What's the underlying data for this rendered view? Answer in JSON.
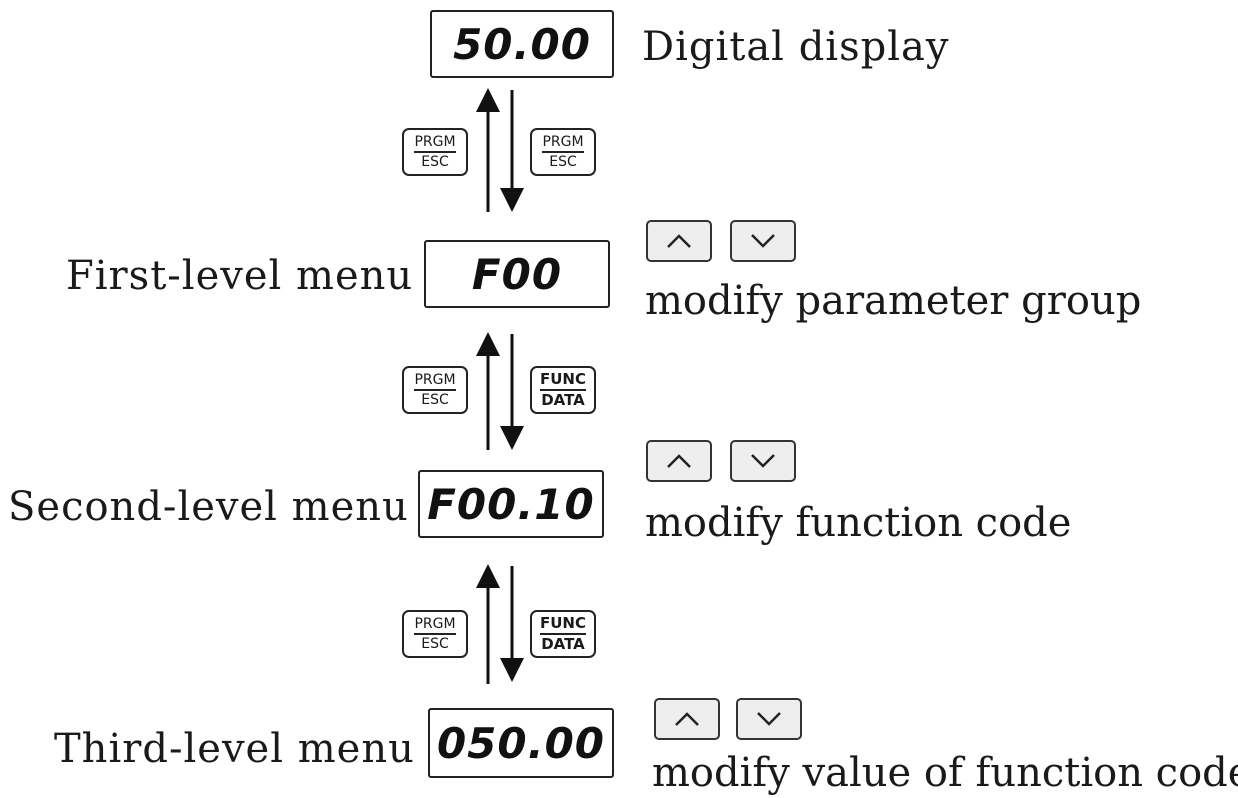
{
  "levels": [
    {
      "display": "50.00",
      "label": "Digital display",
      "hint": ""
    },
    {
      "display": "F00",
      "label": "First-level menu",
      "hint": "modify parameter group"
    },
    {
      "display": "F00.10",
      "label": "Second-level menu",
      "hint": "modify function code"
    },
    {
      "display": "050.00",
      "label": "Third-level menu",
      "hint": "modify value of function code"
    }
  ],
  "transitions": [
    {
      "up_key": [
        "PRGM",
        "ESC"
      ],
      "down_key": [
        "PRGM",
        "ESC"
      ]
    },
    {
      "up_key": [
        "PRGM",
        "ESC"
      ],
      "down_key": [
        "FUNC",
        "DATA"
      ]
    },
    {
      "up_key": [
        "PRGM",
        "ESC"
      ],
      "down_key": [
        "FUNC",
        "DATA"
      ]
    }
  ],
  "nav_keys": {
    "up_icon": "chevron-up-icon",
    "down_icon": "chevron-down-icon"
  }
}
